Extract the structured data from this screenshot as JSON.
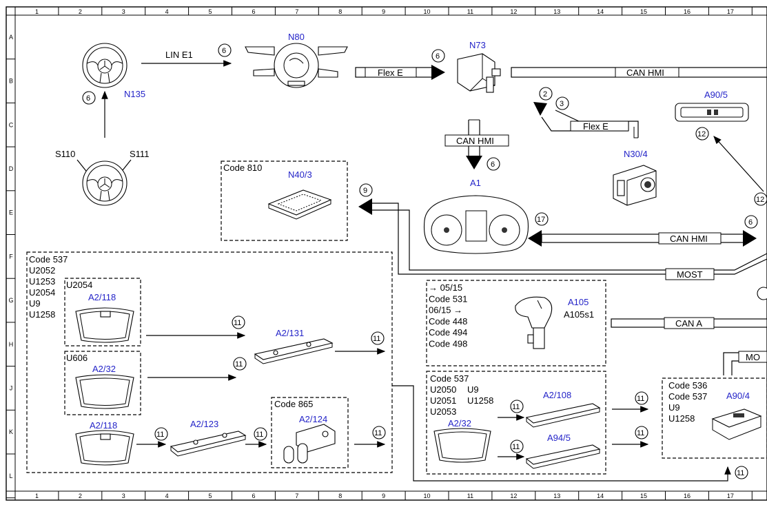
{
  "grid": {
    "cols": [
      "1",
      "2",
      "3",
      "4",
      "5",
      "6",
      "7",
      "8",
      "9",
      "10",
      "11",
      "12",
      "13",
      "14",
      "15",
      "16",
      "17"
    ],
    "rows": [
      "A",
      "B",
      "C",
      "D",
      "E",
      "F",
      "G",
      "H",
      "J",
      "K",
      "L"
    ]
  },
  "components": {
    "n135": "N135",
    "n80": "N80",
    "n73": "N73",
    "a90_5": "A90/5",
    "n30_4": "N30/4",
    "s110": "S110",
    "s111": "S111",
    "n40_3": "N40/3",
    "a1": "A1",
    "a2_118_top": "A2/118",
    "a2_32_left": "A2/32",
    "a2_118_bottom": "A2/118",
    "a2_131": "A2/131",
    "a2_123": "A2/123",
    "a2_124": "A2/124",
    "a105": "A105",
    "a105s1": "A105s1",
    "a2_108": "A2/108",
    "a94_5": "A94/5",
    "a2_32_right": "A2/32",
    "a90_4": "A90/4"
  },
  "buses": {
    "lin_e1": "LIN E1",
    "flex_e_top": "Flex E",
    "can_hmi_top": "CAN HMI",
    "flex_e_mid": "Flex E",
    "can_hmi_vert": "CAN HMI",
    "can_hmi_cluster": "CAN HMI",
    "most": "MOST",
    "can_a": "CAN A",
    "mo": "MO"
  },
  "circles": {
    "c6a": "6",
    "c6b": "6",
    "c6c": "6",
    "c6d": "6",
    "c6e": "6",
    "c2": "2",
    "c3": "3",
    "c12": "12",
    "c9": "9",
    "c17": "17",
    "c11a": "11",
    "c11b": "11",
    "c11c": "11",
    "c11d": "11",
    "c11e": "11",
    "c11f": "11",
    "c11g": "11",
    "c11h": "11",
    "c11i": "11",
    "c11j": "11",
    "c11k": "11",
    "c12_edge": "12"
  },
  "boxes": {
    "code810": "Code 810",
    "code537_main": [
      "Code 537",
      "U2052",
      "U1253",
      "U2054",
      "U9",
      "U1258"
    ],
    "u2054": "U2054",
    "u606": "U606",
    "code865": "Code 865",
    "a105_codes": [
      "→ 05/15",
      "Code 531",
      "06/15 →",
      "Code 448",
      "Code 494",
      "Code 498"
    ],
    "code537_right": [
      "Code 537",
      "U2050",
      "U2051",
      "U2053"
    ],
    "code537_right_b": [
      "U9",
      "U1258"
    ],
    "code536": [
      "Code 536",
      "Code 537",
      "U9",
      "U1258"
    ]
  }
}
